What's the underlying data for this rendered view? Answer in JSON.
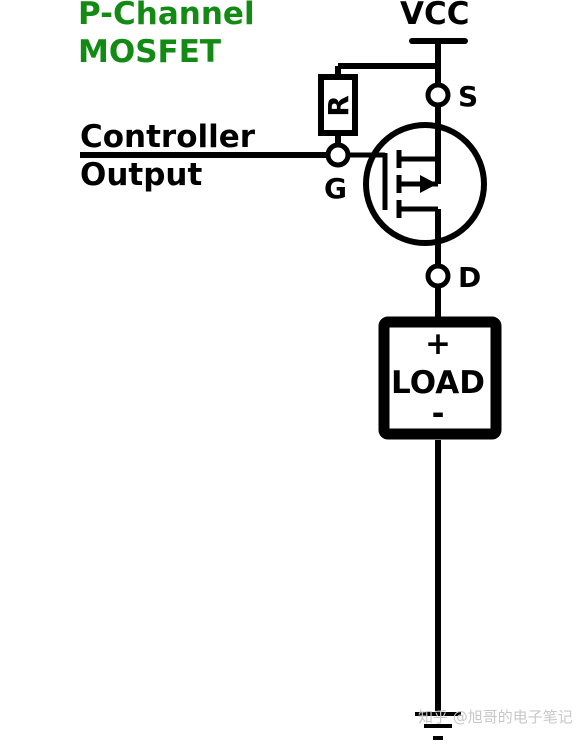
{
  "title": {
    "line1": "P-Channel",
    "line2": "MOSFET"
  },
  "labels": {
    "vcc": "VCC",
    "resistor": "R",
    "controller_line1": "Controller",
    "controller_line2": "Output",
    "source": "S",
    "gate": "G",
    "drain": "D",
    "load_plus": "+",
    "load": "LOAD",
    "load_minus": "-"
  },
  "watermark": "知乎 @旭哥的电子笔记",
  "colors": {
    "title": "#138a13",
    "wire": "#000000",
    "background": "#ffffff"
  }
}
